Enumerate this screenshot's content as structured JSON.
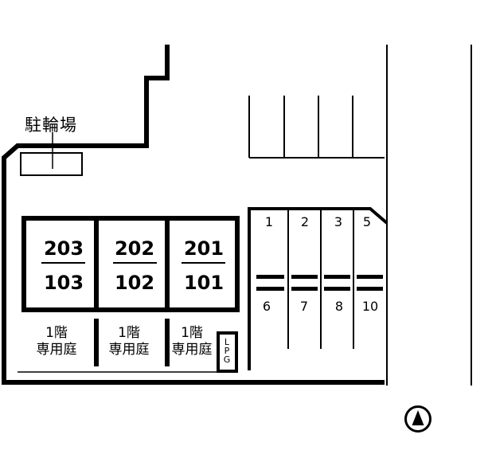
{
  "site_plan": {
    "bicycle_parking": {
      "label": "駐輪場"
    },
    "units": [
      {
        "upper": "203",
        "lower": "103",
        "yard_line1": "1階",
        "yard_line2": "専用庭"
      },
      {
        "upper": "202",
        "lower": "102",
        "yard_line1": "1階",
        "yard_line2": "専用庭"
      },
      {
        "upper": "201",
        "lower": "101",
        "yard_line1": "1階",
        "yard_line2": "専用庭"
      }
    ],
    "lpg": {
      "line1": "L",
      "line2": "P",
      "line3": "G"
    },
    "parking": {
      "top_row": [
        "1",
        "2",
        "3",
        "5"
      ],
      "bottom_row": [
        "6",
        "7",
        "8",
        "10"
      ]
    },
    "compass": {
      "icon": "north-arrow-icon"
    },
    "colors": {
      "line": "#000000",
      "background": "#ffffff"
    }
  }
}
